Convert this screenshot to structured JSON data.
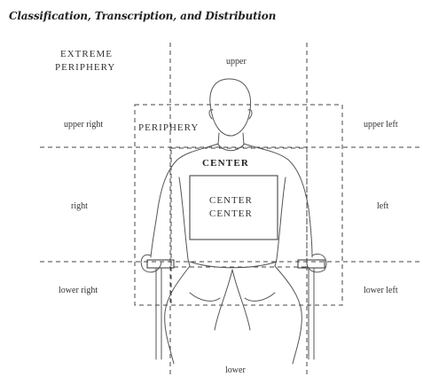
{
  "title": "Classification, Transcription, and Distribution",
  "zones": {
    "extreme_periphery_line1": "EXTREME",
    "extreme_periphery_line2": "PERIPHERY",
    "periphery": "PERIPHERY",
    "center": "CENTER",
    "center_center_line1": "CENTER",
    "center_center_line2": "CENTER"
  },
  "regions": {
    "upper": "upper",
    "upper_right": "upper right",
    "upper_left": "upper left",
    "right": "right",
    "left": "left",
    "lower_right": "lower right",
    "lower_left": "lower left",
    "lower": "lower"
  }
}
